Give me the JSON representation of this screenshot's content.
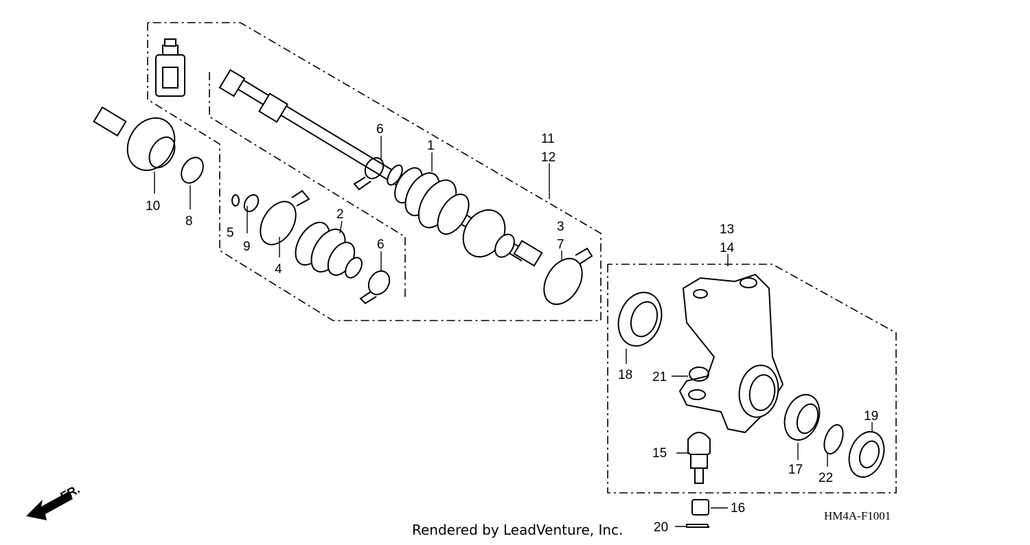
{
  "diagram": {
    "callouts": {
      "n1": "1",
      "n2": "2",
      "n3": "3",
      "n4": "4",
      "n5": "5",
      "n6a": "6",
      "n6b": "6",
      "n7": "7",
      "n8": "8",
      "n9": "9",
      "n10": "10",
      "n11": "11",
      "n12": "12",
      "n13": "13",
      "n14": "14",
      "n15": "15",
      "n16": "16",
      "n17": "17",
      "n18": "18",
      "n19": "19",
      "n20": "20",
      "n21": "21",
      "n22": "22"
    },
    "direction_label": "FR.",
    "diagram_code": "HM4A-F1001"
  },
  "footer": {
    "credit": "Rendered by LeadVenture, Inc."
  }
}
